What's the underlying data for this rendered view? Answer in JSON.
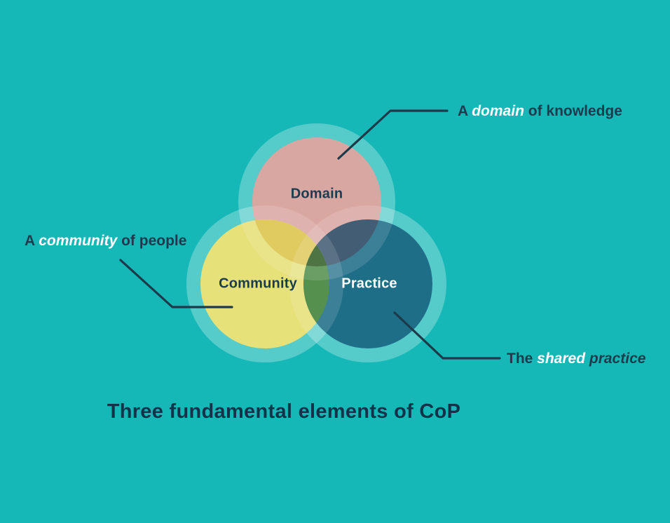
{
  "title": "Three fundamental elements of CoP",
  "venn": {
    "domain": {
      "label": "Domain"
    },
    "community": {
      "label": "Community"
    },
    "practice": {
      "label": "Practice"
    }
  },
  "annotations": {
    "domain": {
      "prefix": "A ",
      "emphasis": "domain",
      "suffix": " of knowledge"
    },
    "community": {
      "prefix": "A ",
      "emphasis": "community",
      "suffix": " of people"
    },
    "practice": {
      "prefix": "The ",
      "emphasis": "shared",
      "suffix": " practice"
    }
  },
  "colors": {
    "background": "#16b8b7",
    "halo": "rgba(255,255,255,0.27)",
    "halo_band": "rgba(255,255,255,0.13)",
    "domain": "#d9a7a2",
    "community": "#e6e178",
    "practice": "#1f6e88",
    "overlap_domain_community": "#e0cb61",
    "overlap_domain_practice": "#435e74",
    "overlap_community_practice": "#55904e",
    "overlap_center": "#4e7444",
    "leader_line": "#1c3a4a",
    "text_dark": "#1c3c4e",
    "text_light": "#ffffff",
    "title_color": "#123249"
  }
}
